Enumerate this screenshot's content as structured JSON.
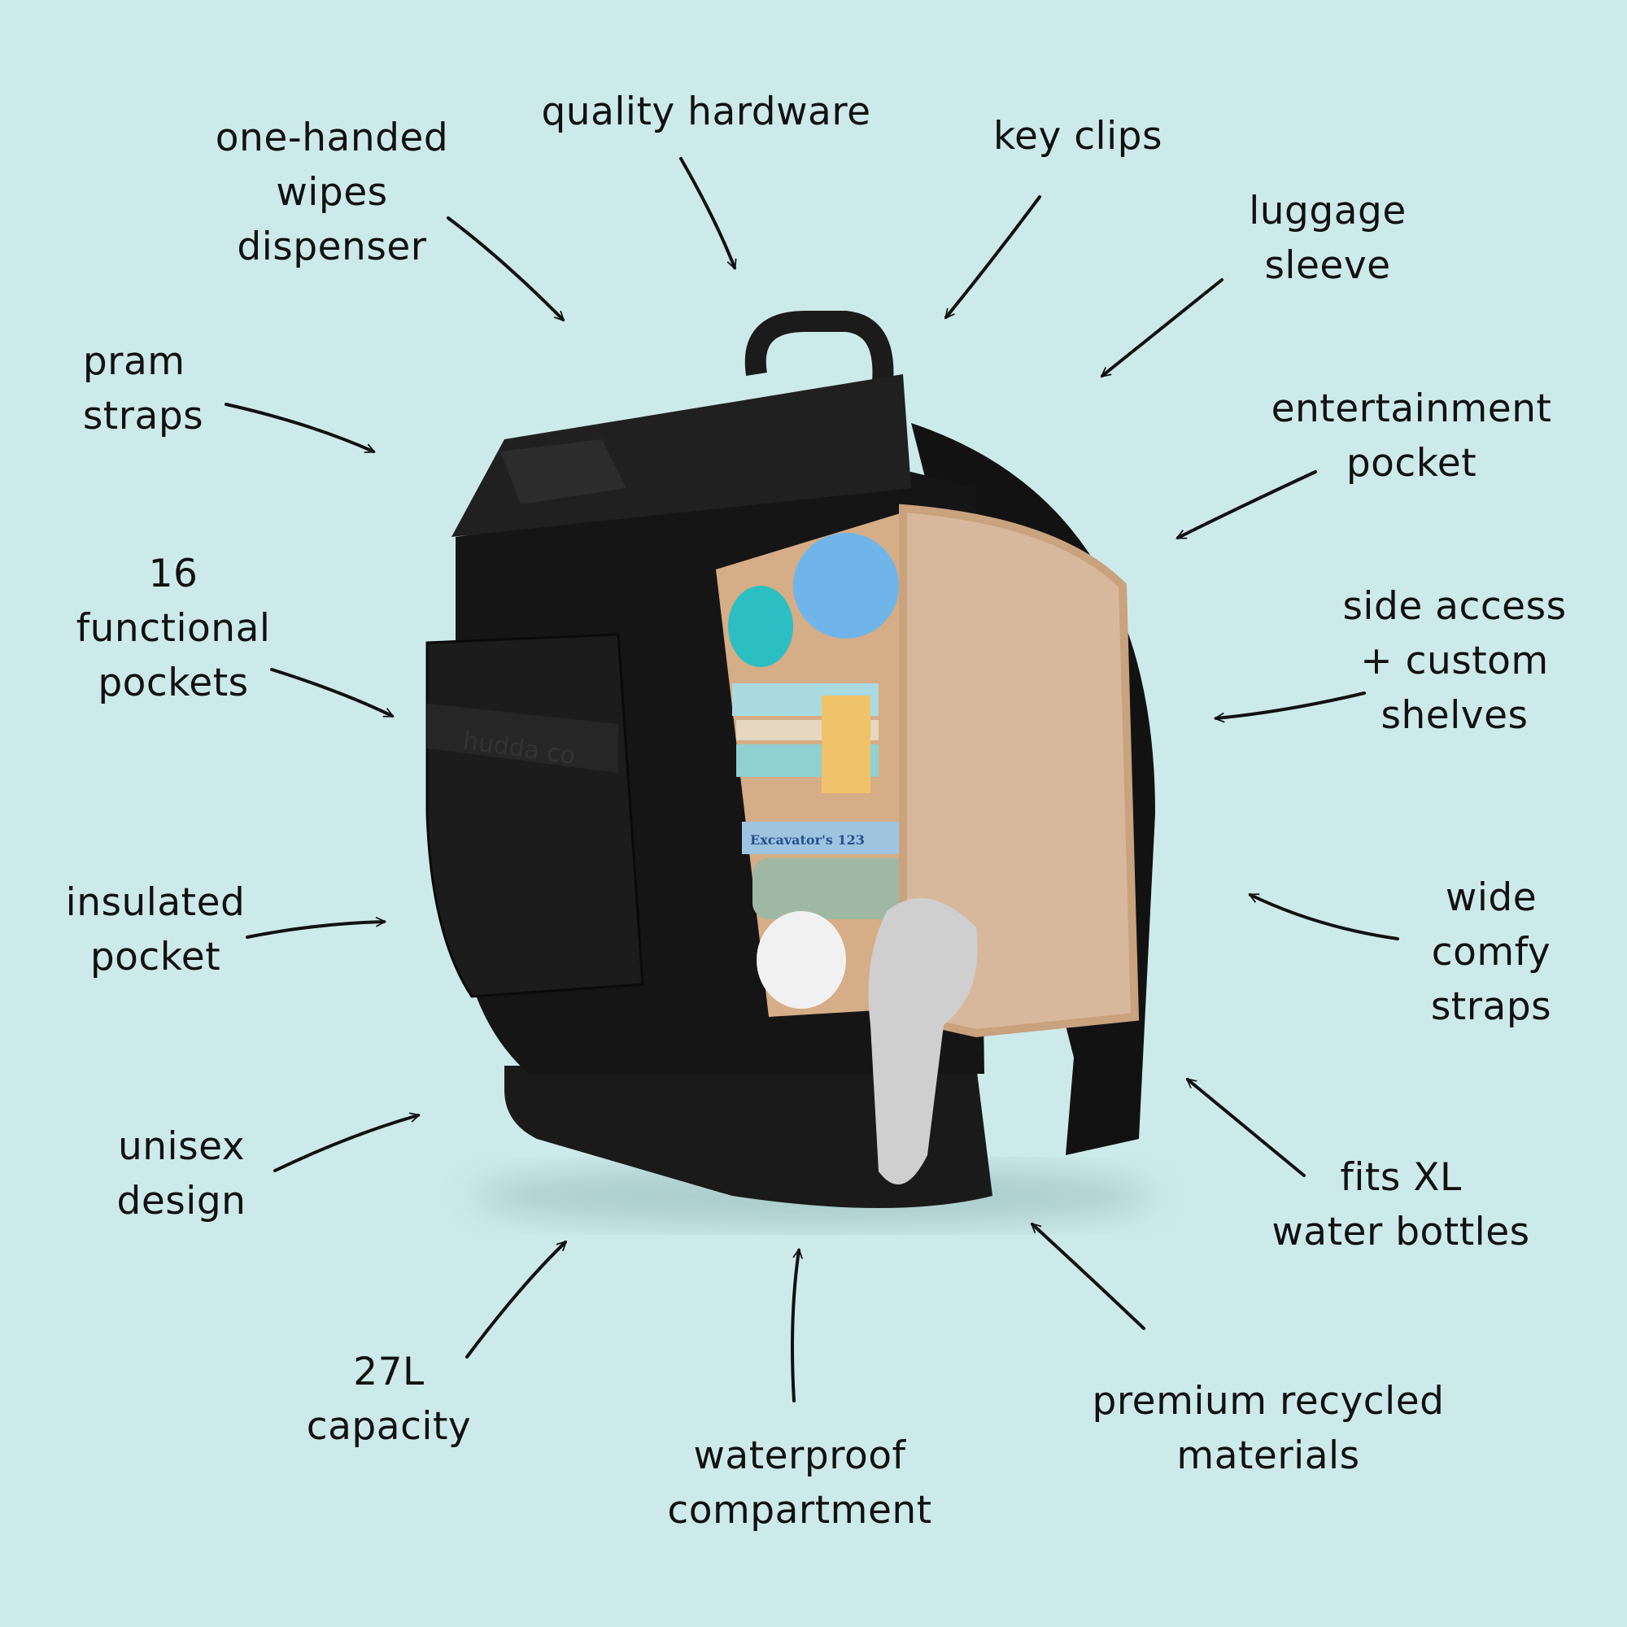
{
  "colors": {
    "background": "#cdeaea",
    "text": "#111111",
    "bag": "#141414",
    "lining": "#d9b79b"
  },
  "product": {
    "brand_logo": "hudda co",
    "book_title": "Excavator's 123"
  },
  "features": [
    {
      "id": "wipes",
      "lines": [
        "one-handed",
        "wipes",
        "dispenser"
      ]
    },
    {
      "id": "hardware",
      "lines": [
        "quality hardware"
      ]
    },
    {
      "id": "keyclips",
      "lines": [
        "key clips"
      ]
    },
    {
      "id": "luggage",
      "lines": [
        "luggage",
        "sleeve"
      ]
    },
    {
      "id": "pram",
      "lines": [
        "pram",
        "straps"
      ]
    },
    {
      "id": "entertainment",
      "lines": [
        "entertainment",
        "pocket"
      ]
    },
    {
      "id": "pockets",
      "lines": [
        "16",
        "functional",
        "pockets"
      ]
    },
    {
      "id": "side",
      "lines": [
        "side access",
        "+ custom",
        "shelves"
      ]
    },
    {
      "id": "insulated",
      "lines": [
        "insulated",
        "pocket"
      ]
    },
    {
      "id": "straps",
      "lines": [
        "wide",
        "comfy",
        "straps"
      ]
    },
    {
      "id": "unisex",
      "lines": [
        "unisex",
        "design"
      ]
    },
    {
      "id": "bottles",
      "lines": [
        "fits XL",
        "water bottles"
      ]
    },
    {
      "id": "capacity",
      "lines": [
        "27L",
        "capacity"
      ]
    },
    {
      "id": "waterproof",
      "lines": [
        "waterproof",
        "compartment"
      ]
    },
    {
      "id": "materials",
      "lines": [
        "premium recycled",
        "materials"
      ]
    }
  ]
}
